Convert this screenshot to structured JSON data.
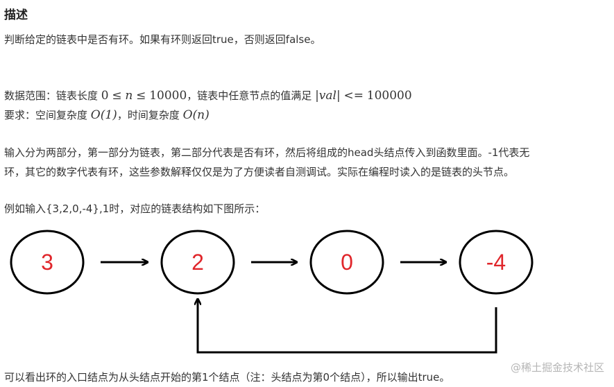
{
  "heading": "描述",
  "description": "判断给定的链表中是否有环。如果有环则返回true，否则返回false。",
  "range": {
    "prefix": "数据范围：链表长度 ",
    "length_zero": "0",
    "le1": "≤",
    "n": "n",
    "le2": "≤",
    "length_max": "10000",
    "middle": "，链表中任意节点的值满足 ",
    "abs_val": "|val|",
    "le3": "<=",
    "val_max": "100000"
  },
  "requirement": {
    "prefix": "要求：空间复杂度 ",
    "space": "O(1)",
    "middle": "，时间复杂度 ",
    "time": "O(n)"
  },
  "input_desc_line1": "输入分为两部分，第一部分为链表，第二部分代表是否有环，然后将组成的head头结点传入到函数里面。-1代表无",
  "input_desc_line2": "环，其它的数字代表有环，这些参数解释仅仅是为了方便读者自测调试。实际在编程时读入的是链表的头节点。",
  "example_intro": "例如输入{3,2,0,-4},1时，对应的链表结构如下图所示：",
  "diagram": {
    "nodes": [
      "3",
      "2",
      "0",
      "-4"
    ],
    "cycle_from_index": 3,
    "cycle_to_index": 1,
    "node_text_color": "#e0262b",
    "stroke_color": "#000000"
  },
  "conclusion": "可以看出环的入口结点为从头结点开始的第1个结点（注：头结点为第0个结点），所以输出true。",
  "watermark": "@稀土掘金技术社区"
}
